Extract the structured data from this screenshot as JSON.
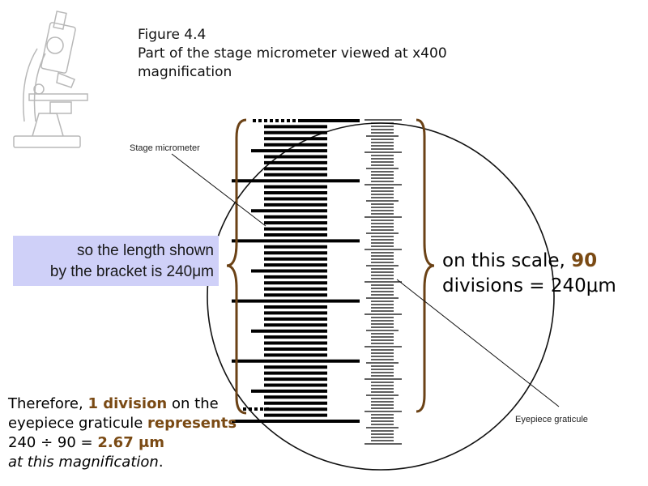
{
  "figure": {
    "number": "Figure 4.4",
    "caption_line1": "Part of the stage micrometer viewed at x400",
    "caption_line2": "magnification"
  },
  "labels": {
    "stage_micrometer": "Stage micrometer",
    "eyepiece_graticule": "Eyepiece graticule"
  },
  "left_box": {
    "line1": "so the length shown",
    "line2": "by the bracket is 240μm"
  },
  "right_note": {
    "prefix": "on this scale, ",
    "number": "90",
    "line2": "divisions = 240μm"
  },
  "conclusion": {
    "t1": "Therefore, ",
    "t2": "1 division",
    "t3": " on the",
    "t4": "eyepiece graticule ",
    "t5": "represents",
    "t6": "240 ÷ 90 = ",
    "t7": "2.67 μm",
    "t8": "at this magnification",
    "t9": "."
  },
  "colors": {
    "bracket_brown": "#6b4216",
    "highlight_brown": "#7a4a14",
    "box_lavender": "#cfd0f8",
    "line_black": "#000000"
  },
  "icons": {
    "microscope": "microscope-icon"
  }
}
